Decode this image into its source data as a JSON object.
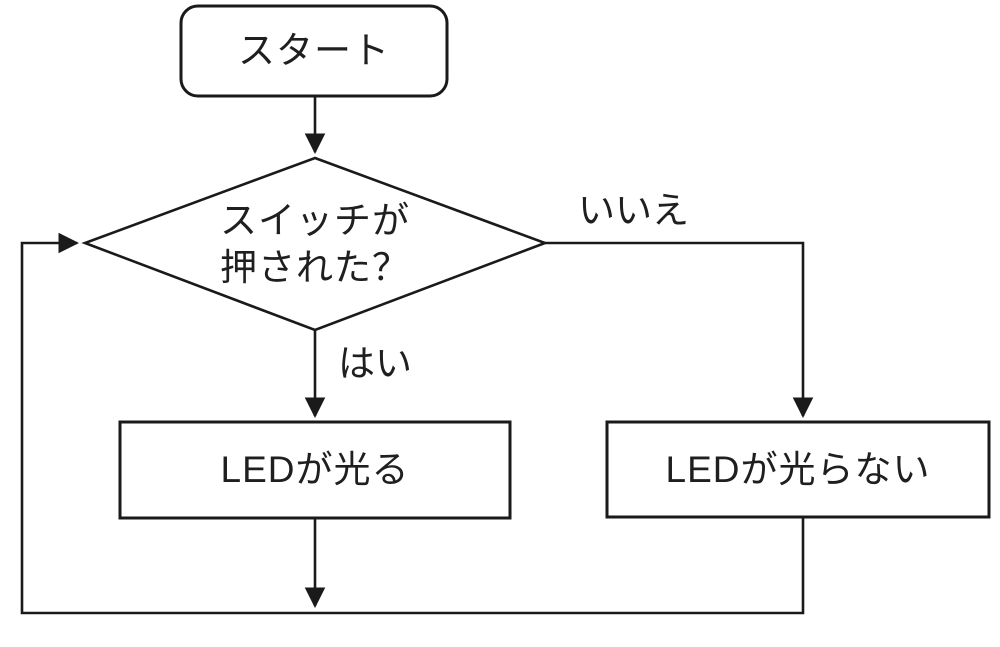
{
  "diagram": {
    "type": "flowchart",
    "background_color": "#ffffff",
    "line_color": "#1a1a1a",
    "text_color": "#1f1f1f",
    "nodes": {
      "start": {
        "shape": "rounded-rect",
        "label": "スタート"
      },
      "decision": {
        "shape": "diamond",
        "line1": "スイッチが",
        "line2": "押された？"
      },
      "led_on": {
        "shape": "rect",
        "label": "LEDが光る"
      },
      "led_off": {
        "shape": "rect",
        "label": "LEDが光らない"
      }
    },
    "edges": {
      "yes_label": "はい",
      "no_label": "いいえ"
    }
  }
}
